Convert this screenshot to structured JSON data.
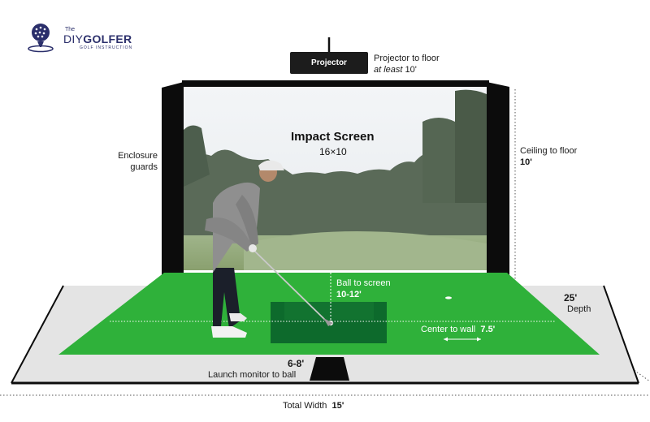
{
  "logo": {
    "the": "The",
    "diy": "DIY",
    "golfer": "GOLFER",
    "sub": "GOLF INSTRUCTION",
    "icon": "golf-ball-on-tee-icon"
  },
  "projector": {
    "label": "Projector",
    "note_line1": "Projector to floor",
    "note_line2_prefix": "at least",
    "note_line2_value": "10'"
  },
  "screen": {
    "title": "Impact Screen",
    "size": "16×10"
  },
  "enclosure": {
    "line1": "Enclosure",
    "line2": "guards"
  },
  "ceiling": {
    "label": "Ceiling to floor",
    "value": "10'"
  },
  "depth": {
    "value": "25'",
    "label": "Depth"
  },
  "ball_to_screen": {
    "label": "Ball to screen",
    "value": "10-12'"
  },
  "center_to_wall": {
    "label": "Center to wall",
    "value": "7.5'"
  },
  "launch_monitor": {
    "value": "6-8'",
    "label": "Launch monitor to ball"
  },
  "total_width": {
    "label": "Total Width",
    "value": "15'"
  },
  "colors": {
    "turf": "#2fb13a",
    "hitting_mat": "#0d6a2c",
    "frame": "#0c0c0c",
    "floor_border": "#e4e4e4",
    "logo_navy": "#2b2f6b"
  }
}
